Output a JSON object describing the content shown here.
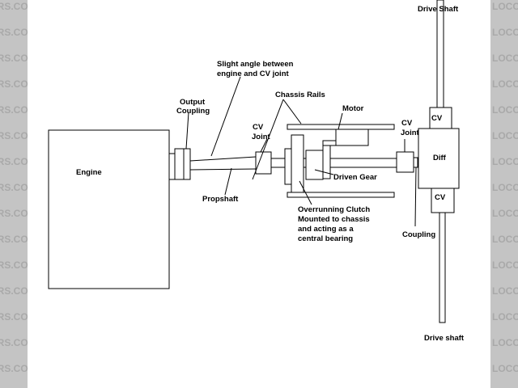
{
  "colors": {
    "background": "#ffffff",
    "side_strip": "#c4c4c4",
    "line": "#000000",
    "dark_part": "#808080"
  },
  "watermarks": {
    "left": "DERS.CO",
    "right": "LOCOST"
  },
  "labels": {
    "drive_shaft_top": "Drive Shaft",
    "slight_angle_1": "Slight angle between",
    "slight_angle_2": "engine and CV joint",
    "output_coupling_1": "Output",
    "output_coupling_2": "Coupling",
    "chassis_rails": "Chassis Rails",
    "motor": "Motor",
    "cv_joint_1_a": "CV",
    "cv_joint_1_b": "Joint",
    "cv_joint_2_a": "CV",
    "cv_joint_2_b": "Joint",
    "cv_top": "CV",
    "cv_bottom": "CV",
    "diff": "Diff",
    "engine": "Engine",
    "driven_gear": "Driven Gear",
    "propshaft": "Propshaft",
    "overrunning_1": "Overrunning Clutch",
    "overrunning_2": "Mounted to chassis",
    "overrunning_3": "and acting as a",
    "overrunning_4": "central bearing",
    "coupling": "Coupling",
    "drive_shaft_bottom": "Drive shaft"
  }
}
